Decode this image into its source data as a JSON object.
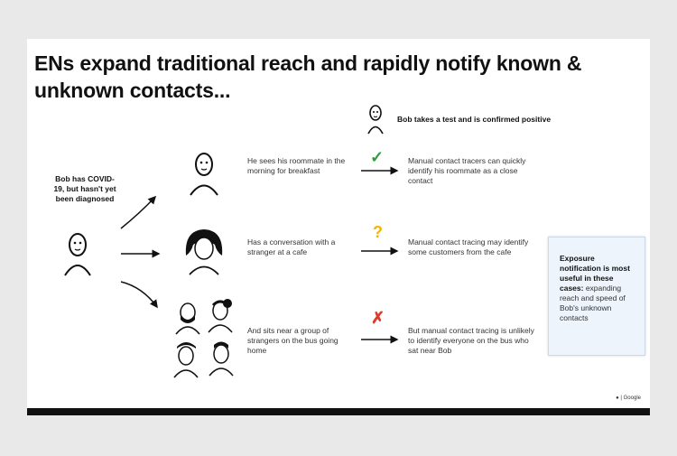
{
  "slide": {
    "title": "ENs expand traditional reach and rapidly notify known & unknown contacts...",
    "test_label": "Bob takes a test and is confirmed positive",
    "bob_label": "Bob has COVID-19, but hasn't yet been diagnosed",
    "rows": [
      {
        "action": "He sees his roommate in the morning for breakfast",
        "mark": "✓",
        "mark_color": "#2e9b3e",
        "outcome": "Manual contact tracers can quickly identify his roommate as a close contact"
      },
      {
        "action": "Has a conversation with a stranger at a cafe",
        "mark": "?",
        "mark_color": "#f2b500",
        "outcome": "Manual contact tracing may identify some customers from the cafe"
      },
      {
        "action": "And sits near a group of strangers on the bus going home",
        "mark": "✗",
        "mark_color": "#e03a2e",
        "outcome": "But manual contact tracing is unlikely to identify everyone on the bus who sat near Bob"
      }
    ],
    "callout": {
      "bold": "Exposure notification is most useful in these cases:",
      "rest": " expanding reach and speed of Bob's unknown contacts"
    },
    "footer": "Google"
  }
}
